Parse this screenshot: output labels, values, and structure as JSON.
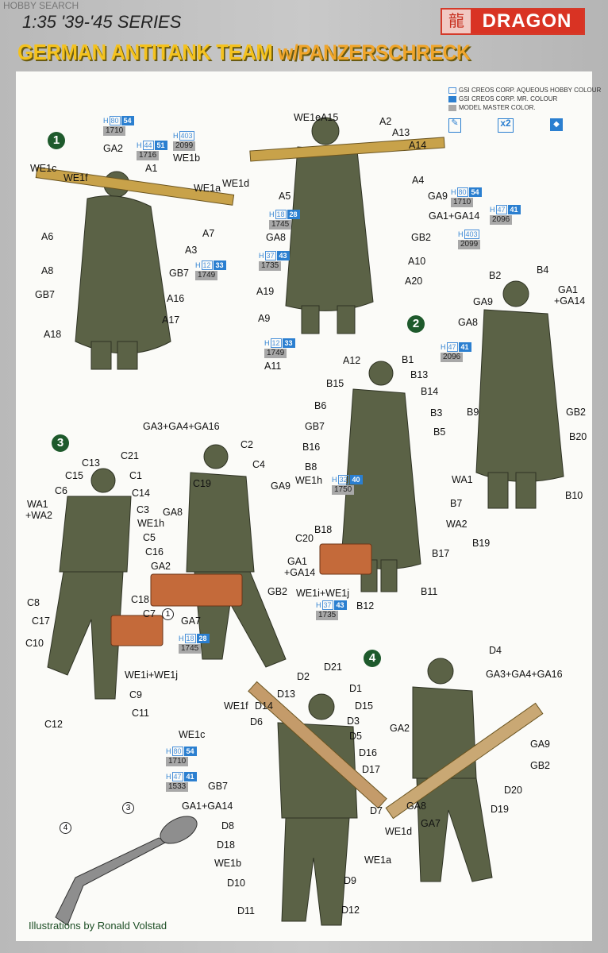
{
  "header": {
    "watermark": "HOBBY SEARCH",
    "series": "1:35 '39-'45 SERIES",
    "brand": "DRAGON",
    "title_main": "GERMAN ANTITANK TEAM ",
    "title_sub": "w/PANZERSCHRECK"
  },
  "legend": {
    "items": [
      "GSI CREOS CORP. AQUEOUS HOBBY COLOUR",
      "GSI CREOS CORP. MR. COLOUR",
      "MODEL MASTER COLOR."
    ],
    "colors": {
      "aqueous": "#4a90d9",
      "mr": "#2b7fd0",
      "model_master": "#a8a8a8"
    },
    "icons": [
      "be-careful-icon",
      "make-two-icon",
      "optional-parts-icon"
    ],
    "icon_x2": "x2"
  },
  "figure_numbers": [
    "1",
    "2",
    "3",
    "4"
  ],
  "circled_parts": [
    "1",
    "3",
    "4"
  ],
  "labels": [
    "WE1c",
    "WE1f",
    "GA2",
    "A1",
    "WE1b",
    "WE1a",
    "WE1d",
    "A7",
    "A6",
    "A3",
    "A8",
    "GB7",
    "GB7",
    "A16",
    "A17",
    "A18",
    "WE1eA15",
    "A2",
    "A13",
    "A14",
    "A4",
    "A5",
    "GA9",
    "GA8",
    "GA1+GA14",
    "GB2",
    "A10",
    "A20",
    "A19",
    "A9",
    "A11",
    "A12",
    "B2",
    "B4",
    "GA1",
    "+GA14",
    "GA9",
    "GA8",
    "B1",
    "B13",
    "B14",
    "B15",
    "B6",
    "B3",
    "GB7",
    "B5",
    "B16",
    "B9",
    "GB2",
    "B20",
    "B8",
    "WE1h",
    "WA1",
    "B7",
    "WA2",
    "B18",
    "B19",
    "B10",
    "B17",
    "WE1i+WE1j",
    "B11",
    "B12",
    "GA3+GA4+GA16",
    "C2",
    "C21",
    "C13",
    "C1",
    "C4",
    "C15",
    "C14",
    "C6",
    "GA9",
    "C19",
    "WA1",
    "+WA2",
    "C3",
    "WE1h",
    "GA8",
    "C5",
    "C16",
    "C20",
    "GA2",
    "GA1",
    "+GA14",
    "C8",
    "C18",
    "C7",
    "GB2",
    "C17",
    "GA7",
    "C10",
    "WE1i+WE1j",
    "C9",
    "C12",
    "C11",
    "D4",
    "D21",
    "D2",
    "D1",
    "GA3+GA4+GA16",
    "D13",
    "D15",
    "WE1f",
    "D14",
    "D6",
    "D3",
    "WE1c",
    "D5",
    "D16",
    "GA2",
    "GA9",
    "D17",
    "GB7",
    "GB2",
    "GA1+GA14",
    "D7",
    "D20",
    "WE1d",
    "D8",
    "GA8",
    "D19",
    "D18",
    "WE1a",
    "GA7",
    "WE1b",
    "D10",
    "D9",
    "D11",
    "D12"
  ],
  "paint_chips": [
    {
      "h": "80",
      "c": "54",
      "mm": "1710"
    },
    {
      "h": "44",
      "c": "51",
      "mm": "1716"
    },
    {
      "h": "403",
      "c": "",
      "mm": "2099"
    },
    {
      "h": "12",
      "c": "33",
      "mm": "1749"
    },
    {
      "h": "18",
      "c": "28",
      "mm": "1745"
    },
    {
      "h": "37",
      "c": "43",
      "mm": "1735"
    },
    {
      "h": "80",
      "c": "54",
      "mm": "1710"
    },
    {
      "h": "47",
      "c": "41",
      "mm": "2096"
    },
    {
      "h": "403",
      "c": "",
      "mm": "2099"
    },
    {
      "h": "12",
      "c": "33",
      "mm": "1749"
    },
    {
      "h": "47",
      "c": "41",
      "mm": "2096"
    },
    {
      "h": "32",
      "c": "40",
      "mm": "1750"
    },
    {
      "h": "37",
      "c": "43",
      "mm": "1735"
    },
    {
      "h": "18",
      "c": "28",
      "mm": "1745"
    },
    {
      "h": "80",
      "c": "54",
      "mm": "1710"
    },
    {
      "h": "47",
      "c": "41",
      "mm": "1533"
    }
  ],
  "chip_prefix": "H",
  "credit": "Illustrations by Ronald Volstad"
}
